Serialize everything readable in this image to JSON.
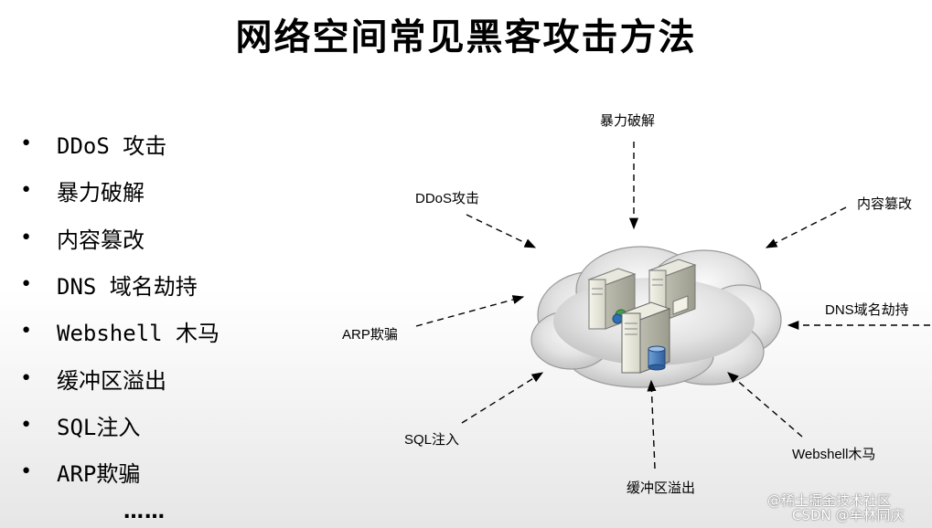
{
  "title": "网络空间常见黑客攻击方法",
  "bullets": [
    {
      "marker": "•",
      "text": "DDoS 攻击"
    },
    {
      "marker": "•",
      "text": "暴力破解"
    },
    {
      "marker": "•",
      "text": "内容篡改"
    },
    {
      "marker": "•",
      "text": "DNS 域名劫持"
    },
    {
      "marker": "•",
      "text": "Webshell 木马"
    },
    {
      "marker": "•",
      "text": "缓冲区溢出"
    },
    {
      "marker": "•",
      "text": "SQL注入"
    },
    {
      "marker": "•",
      "text": "ARP欺骗"
    }
  ],
  "ellipsis": "……",
  "diagram": {
    "center_icon": "server-cluster-in-cloud",
    "labels": {
      "bruteforce": "暴力破解",
      "ddos": "DDoS攻击",
      "tamper": "内容篡改",
      "dns": "DNS域名劫持",
      "arp": "ARP欺骗",
      "sql": "SQL注入",
      "buffer": "缓冲区溢出",
      "webshell": "Webshell木马"
    }
  },
  "watermark": {
    "line1": "@稀土掘金技术社区",
    "line2": "CSDN @牟林同庆"
  }
}
